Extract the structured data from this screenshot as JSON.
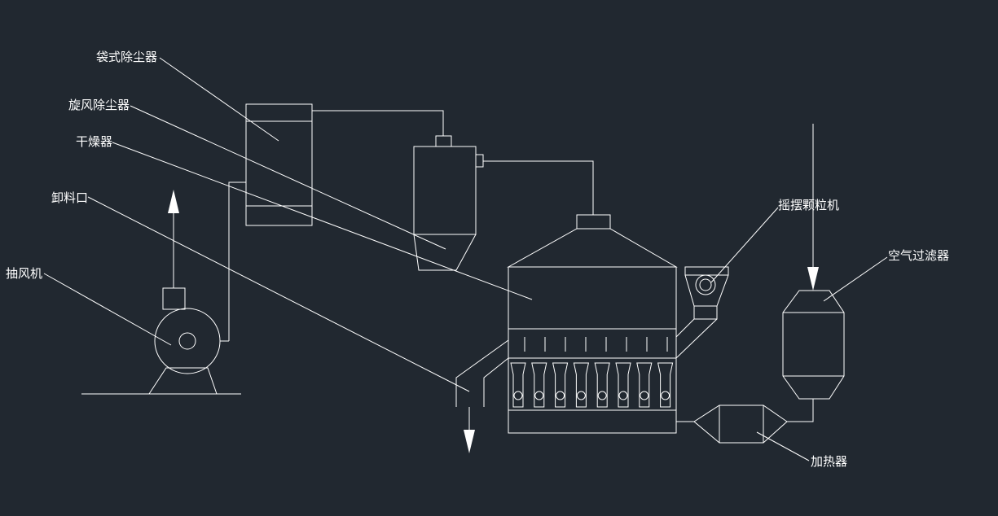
{
  "labels": {
    "bag_filter": "袋式除尘器",
    "cyclone": "旋风除尘器",
    "dryer": "干燥器",
    "discharge": "卸料口",
    "exhaust_fan": "抽风机",
    "granulator": "摇摆颗粒机",
    "air_filter": "空气过滤器",
    "heater": "加热器"
  },
  "colors": {
    "background": "#212830",
    "line": "#ffffff"
  }
}
